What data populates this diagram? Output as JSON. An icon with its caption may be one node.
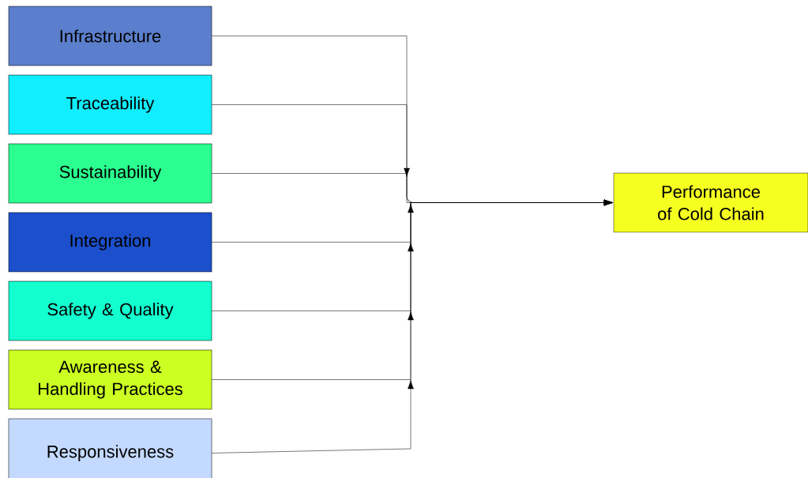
{
  "diagram": {
    "nodes": [
      {
        "text": [
          "Infrastructure"
        ]
      },
      {
        "text": [
          "Traceability"
        ]
      },
      {
        "text": [
          "Sustainability"
        ]
      },
      {
        "text": [
          "Integration"
        ]
      },
      {
        "text": [
          "Safety & Quality"
        ]
      },
      {
        "text": [
          "Awareness & Handling Practices"
        ]
      },
      {
        "text": [
          "Responsiveness"
        ]
      },
      {
        "text": [
          "Performance of Cold Chain"
        ]
      }
    ],
    "edges": [
      {
        "from": 0,
        "to": 7,
        "arrow": "to"
      },
      {
        "from": 1,
        "to": 7,
        "arrow": "to"
      },
      {
        "from": 2,
        "to": 7,
        "arrow": "to"
      },
      {
        "from": 3,
        "to": 7,
        "arrow": "to"
      },
      {
        "from": 4,
        "to": 7,
        "arrow": "to"
      },
      {
        "from": 5,
        "to": 7,
        "arrow": "to"
      },
      {
        "from": 6,
        "to": 7,
        "arrow": "to"
      }
    ]
  }
}
